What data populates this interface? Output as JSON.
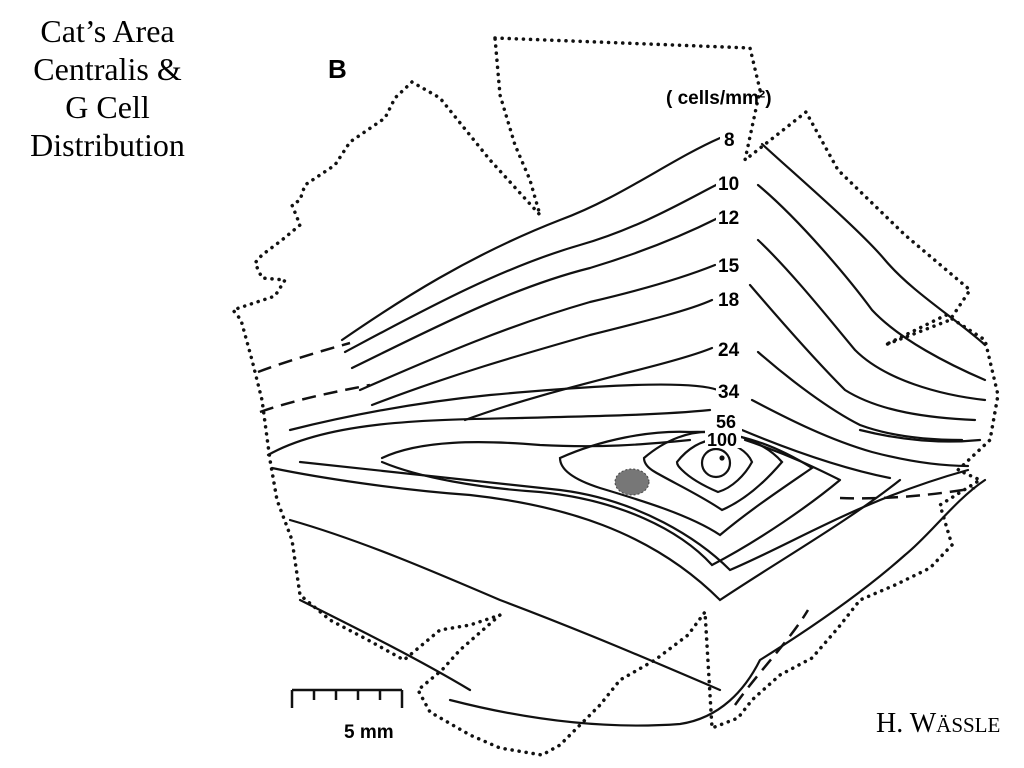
{
  "slide": {
    "title_lines": [
      "Cat’s Area",
      "Centralis &",
      "G Cell",
      "Distribution"
    ],
    "credit_first": "H. W",
    "credit_rest": "ÄSSLE"
  },
  "figure": {
    "panel_label": "B",
    "units_label": "( cells/mm²)",
    "scale_bar_label": "5 mm",
    "contour_labels": [
      "8",
      "10",
      "12",
      "15",
      "18",
      "24",
      "34",
      "56",
      "100"
    ],
    "colors": {
      "ink": "#111111",
      "optic_disc": "#777777"
    }
  }
}
